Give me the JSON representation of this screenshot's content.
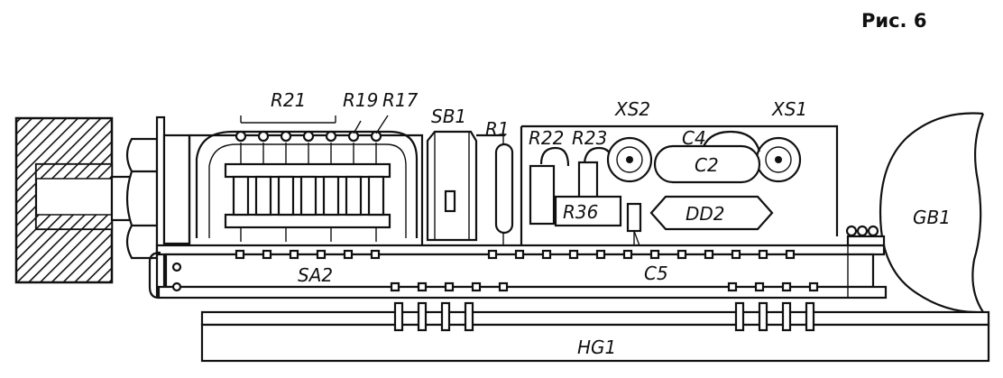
{
  "figure": {
    "caption": "Рис. 6"
  },
  "labels": {
    "r21": "R21",
    "r19": "R19",
    "r17": "R17",
    "sb1": "SB1",
    "r1": "R1",
    "r22": "R22",
    "r23": "R23",
    "xs2": "XS2",
    "c4": "C4",
    "xs1": "XS1",
    "c2": "C2",
    "r36": "R36",
    "dd2": "DD2",
    "gb1": "GB1",
    "c5": "C5",
    "sa2": "SA2",
    "hg1": "HG1"
  },
  "colors": {
    "ink": "#111111",
    "paper": "#ffffff"
  }
}
